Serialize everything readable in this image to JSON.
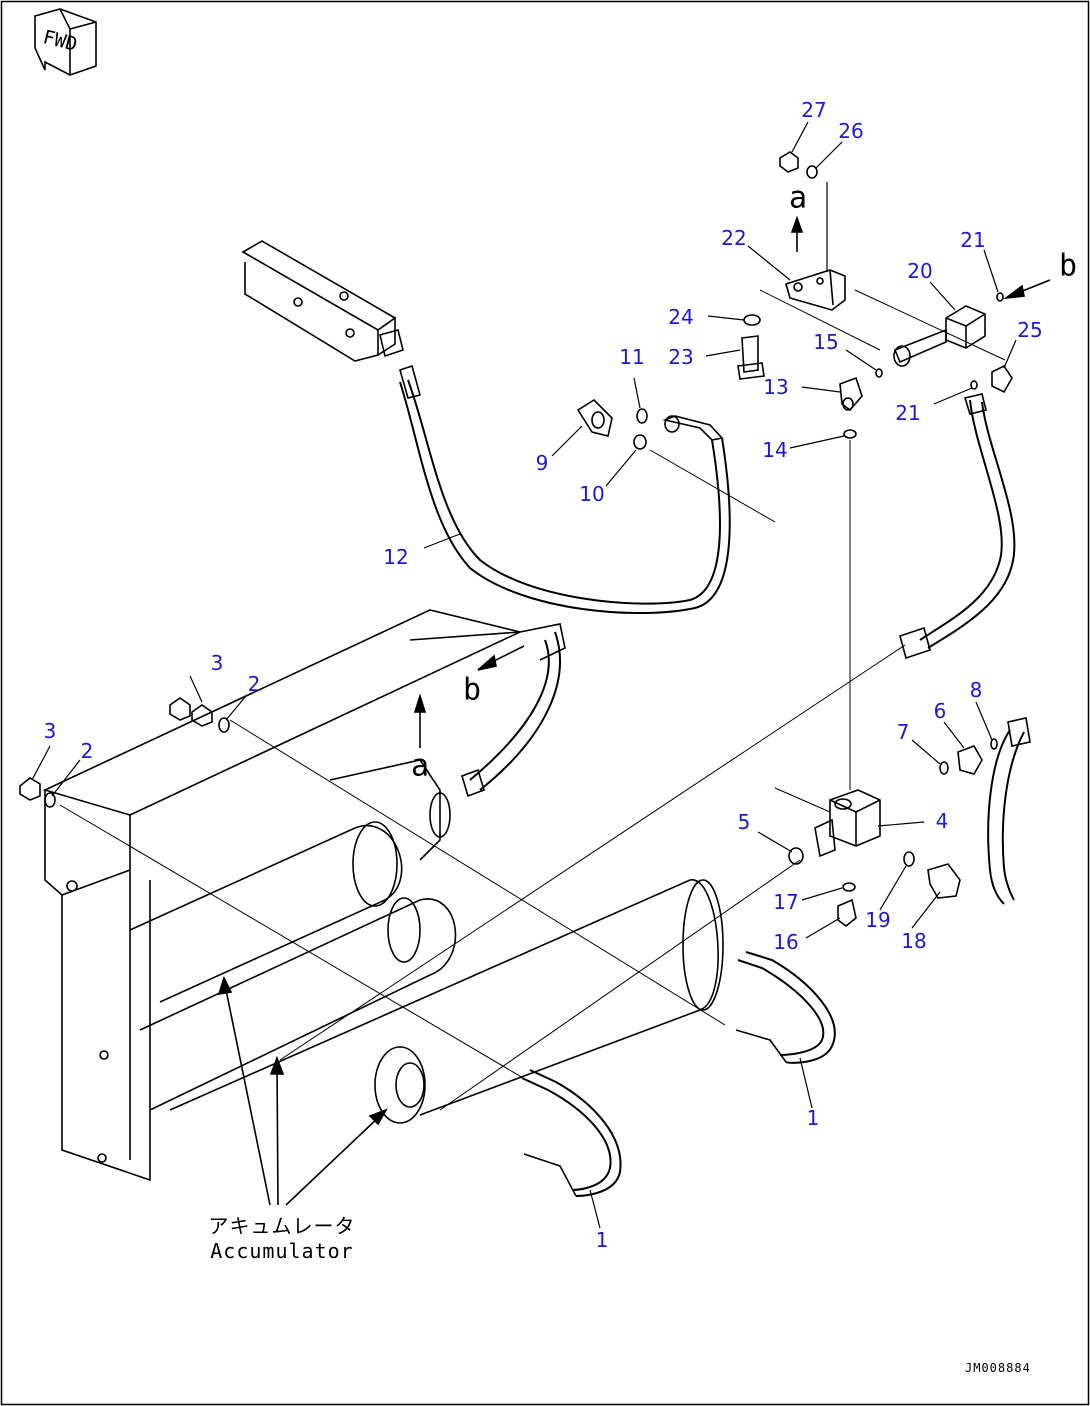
{
  "direction_tag": {
    "text": "FWD"
  },
  "callouts": {
    "c27": "27",
    "c26": "26",
    "c22": "22",
    "c21a": "21",
    "c20": "20",
    "c24": "24",
    "c23": "23",
    "c15": "15",
    "c25": "25",
    "c13": "13",
    "c21b": "21",
    "c11": "11",
    "c9": "9",
    "c10": "10",
    "c14": "14",
    "c12": "12",
    "c3a": "3",
    "c2a": "2",
    "c3b": "3",
    "c2b": "2",
    "c8": "8",
    "c7": "7",
    "c6": "6",
    "c5": "5",
    "c4": "4",
    "c17": "17",
    "c19": "19",
    "c16": "16",
    "c18": "18",
    "c1a": "1",
    "c1b": "1"
  },
  "connection_marks": {
    "a_top": "a",
    "b_right": "b",
    "b_left": "b",
    "a_left": "a"
  },
  "accumulator_label": {
    "jp": "アキュムレータ",
    "en": "Accumulator"
  },
  "drawing_code": "JM008884"
}
